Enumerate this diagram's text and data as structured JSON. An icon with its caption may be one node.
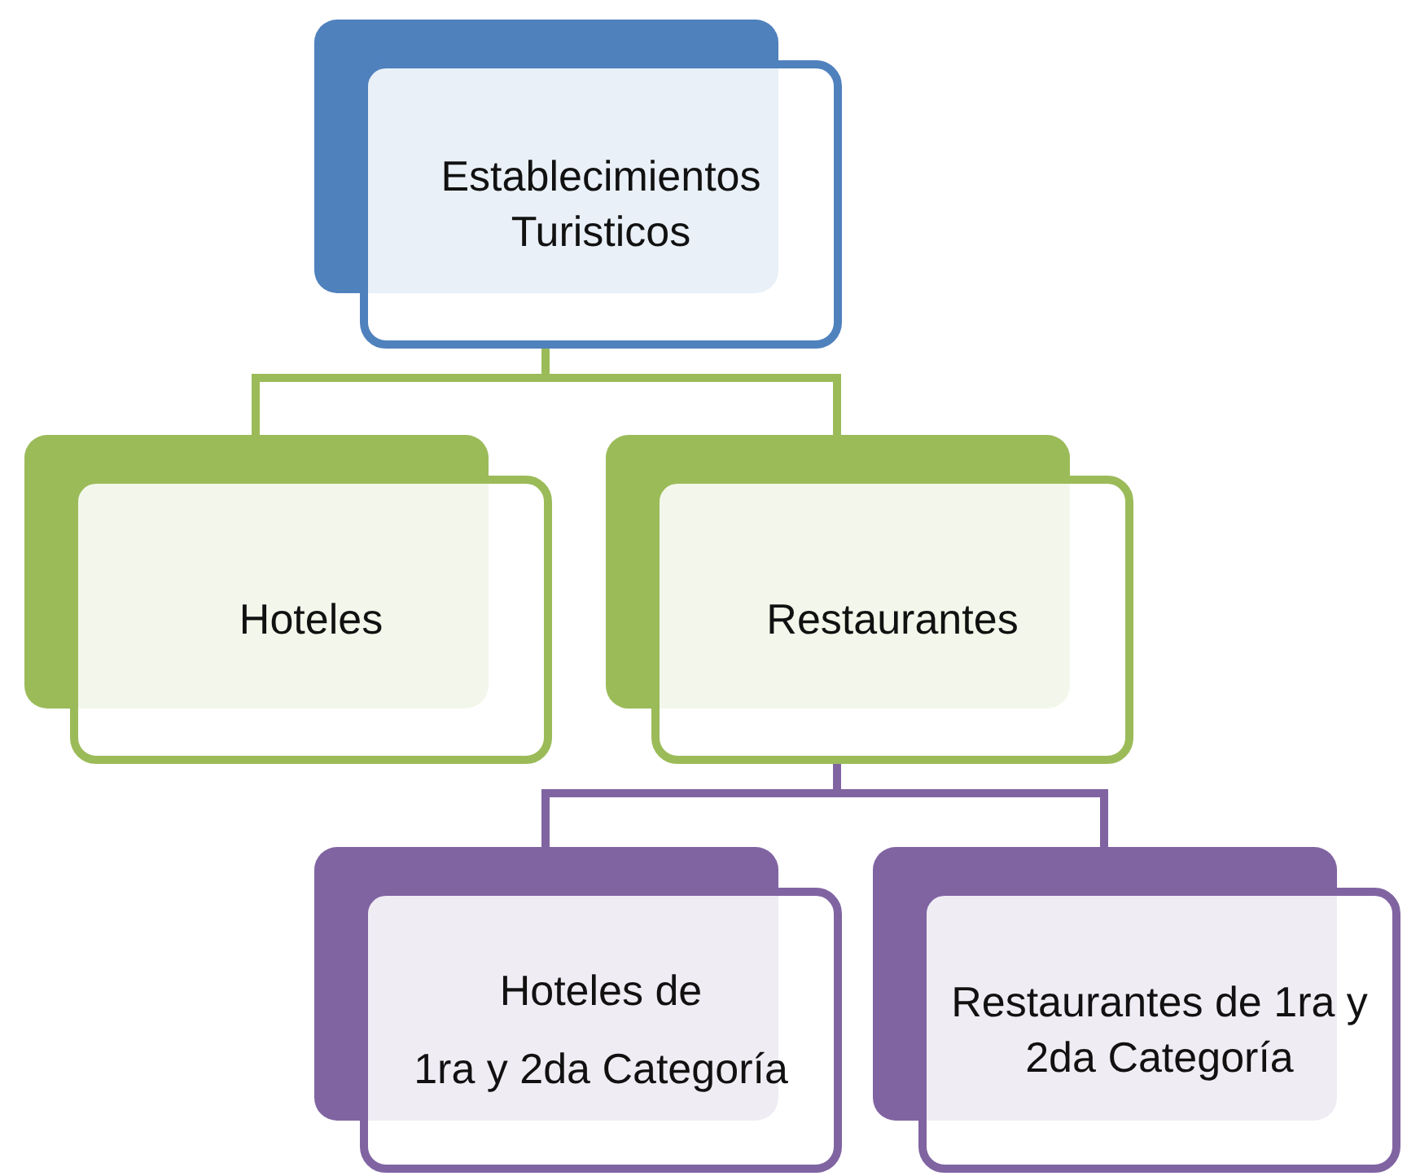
{
  "diagram": {
    "nodes": [
      {
        "text": [
          "Establecimientos Turisticos"
        ]
      },
      {
        "text": [
          "Hoteles"
        ]
      },
      {
        "text": [
          "Restaurantes"
        ]
      },
      {
        "text": [
          "Hoteles de",
          "1ra y 2da Categoría"
        ]
      },
      {
        "text": [
          "Restaurantes de 1ra y 2da Categoría"
        ]
      }
    ],
    "edges": [
      {
        "from": 0,
        "to": 1,
        "arrow": "none",
        "color": "#9bbb59"
      },
      {
        "from": 0,
        "to": 2,
        "arrow": "none",
        "color": "#9bbb59"
      },
      {
        "from": 2,
        "to": 3,
        "arrow": "none",
        "color": "#8064a2"
      },
      {
        "from": 2,
        "to": 4,
        "arrow": "none",
        "color": "#8064a2"
      }
    ]
  }
}
